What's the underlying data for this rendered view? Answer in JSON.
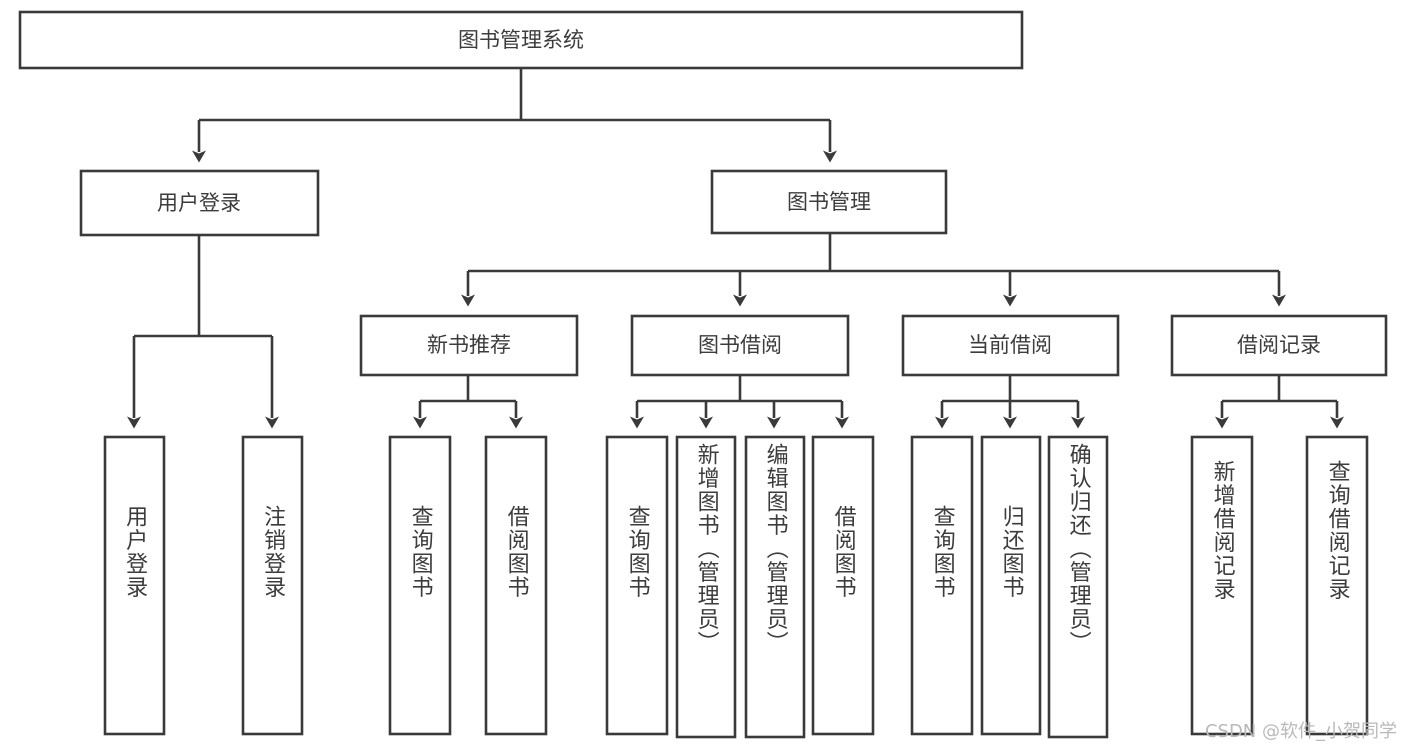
{
  "diagram": {
    "type": "tree-hierarchy",
    "title": "图书管理系统",
    "root": {
      "id": "root",
      "label": "图书管理系统",
      "orientation": "horizontal"
    },
    "level1": [
      {
        "id": "user-login",
        "label": "用户登录",
        "orientation": "horizontal"
      },
      {
        "id": "book-manage",
        "label": "图书管理",
        "orientation": "horizontal"
      }
    ],
    "level2": [
      {
        "id": "new-book-rec",
        "label": "新书推荐",
        "orientation": "horizontal",
        "parent": "book-manage"
      },
      {
        "id": "book-borrow",
        "label": "图书借阅",
        "orientation": "horizontal",
        "parent": "book-manage"
      },
      {
        "id": "current-borrow",
        "label": "当前借阅",
        "orientation": "horizontal",
        "parent": "book-manage"
      },
      {
        "id": "borrow-record",
        "label": "借阅记录",
        "orientation": "horizontal",
        "parent": "book-manage"
      }
    ],
    "leaves": [
      {
        "id": "leaf-user-login",
        "label": "用户登录",
        "parent": "user-login",
        "orientation": "vertical"
      },
      {
        "id": "leaf-logout",
        "label": "注销登录",
        "parent": "user-login",
        "orientation": "vertical"
      },
      {
        "id": "leaf-query-book-1",
        "label": "查询图书",
        "parent": "new-book-rec",
        "orientation": "vertical"
      },
      {
        "id": "leaf-borrow-book-1",
        "label": "借阅图书",
        "parent": "new-book-rec",
        "orientation": "vertical"
      },
      {
        "id": "leaf-query-book-2",
        "label": "查询图书",
        "parent": "book-borrow",
        "orientation": "vertical"
      },
      {
        "id": "leaf-add-book",
        "label": "新增图书（管理员）",
        "parent": "book-borrow",
        "orientation": "vertical"
      },
      {
        "id": "leaf-edit-book",
        "label": "编辑图书（管理员）",
        "parent": "book-borrow",
        "orientation": "vertical"
      },
      {
        "id": "leaf-borrow-book-2",
        "label": "借阅图书",
        "parent": "book-borrow",
        "orientation": "vertical"
      },
      {
        "id": "leaf-query-book-3",
        "label": "查询图书",
        "parent": "current-borrow",
        "orientation": "vertical"
      },
      {
        "id": "leaf-return-book",
        "label": "归还图书",
        "parent": "current-borrow",
        "orientation": "vertical"
      },
      {
        "id": "leaf-confirm-return",
        "label": "确认归还（管理员）",
        "parent": "current-borrow",
        "orientation": "vertical"
      },
      {
        "id": "leaf-add-record",
        "label": "新增借阅记录",
        "parent": "borrow-record",
        "orientation": "vertical"
      },
      {
        "id": "leaf-query-record",
        "label": "查询借阅记录",
        "parent": "borrow-record",
        "orientation": "vertical"
      }
    ]
  },
  "watermark": {
    "text": "CSDN @软件_小贺同学"
  },
  "colors": {
    "stroke": "#3a3a3a",
    "text": "#3c3c3c",
    "background": "#ffffff",
    "watermark": "#b9b9b9"
  }
}
